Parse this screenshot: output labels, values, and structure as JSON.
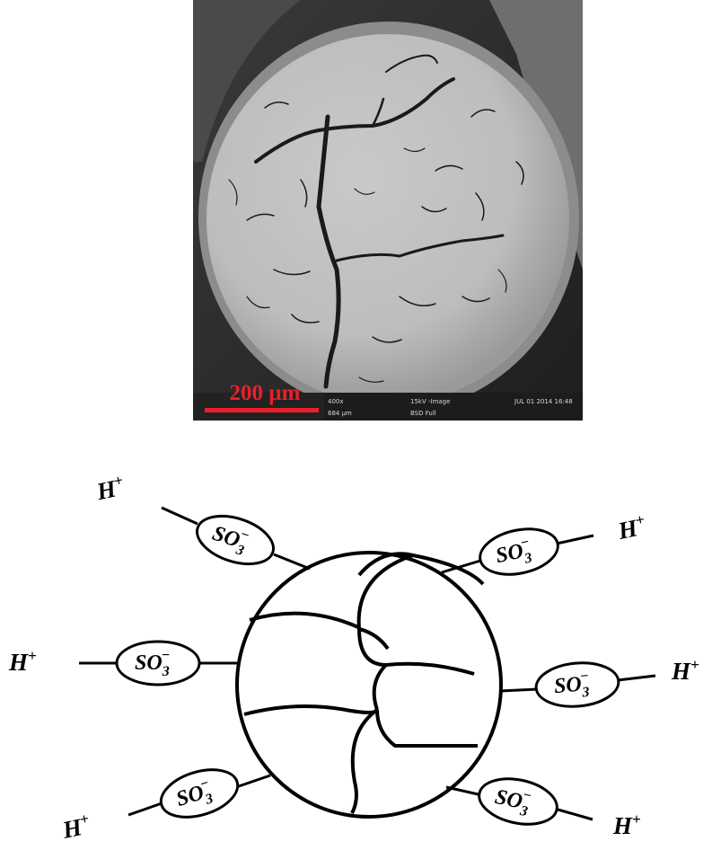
{
  "micrograph": {
    "scale_label": "200 µm",
    "info": {
      "magnification": "400x",
      "field_width": "684 µm",
      "voltage": "15kV -Image",
      "detector": "BSD Full",
      "timestamp": "JUL 01 2014 16:48"
    }
  },
  "schematic": {
    "proton": {
      "base": "H",
      "sup": "+"
    },
    "sulfonate": {
      "base": "SO",
      "sub": "3",
      "sup": "−"
    }
  },
  "colors": {
    "scale_bar": "#e8202a",
    "line": "#000000"
  }
}
